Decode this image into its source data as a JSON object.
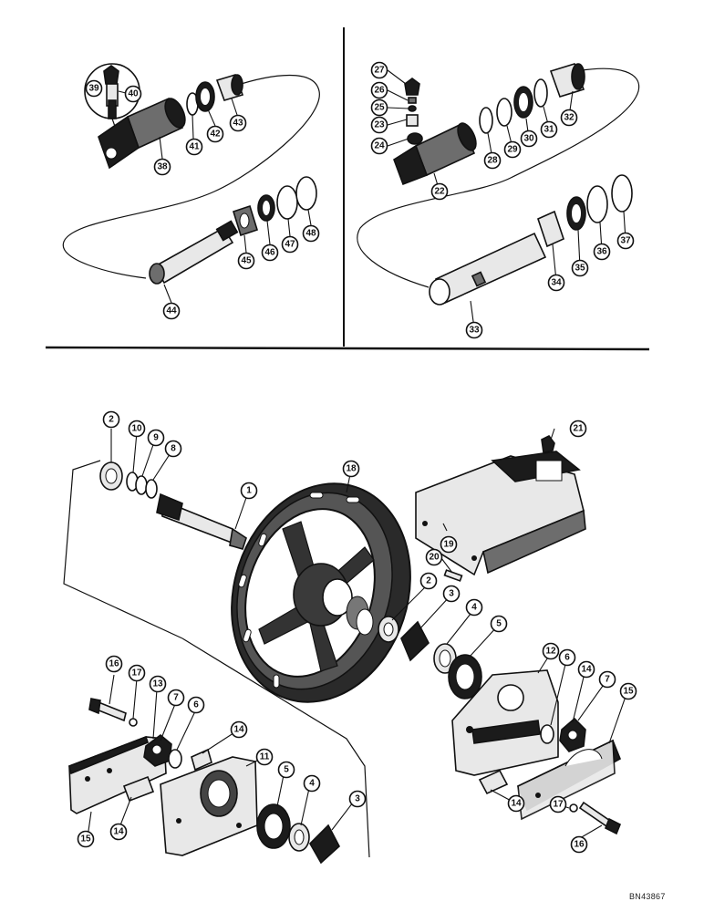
{
  "callouts": {
    "c1": "1",
    "c2": "2",
    "c3": "3",
    "c4": "4",
    "c5": "5",
    "c6": "6",
    "c7": "7",
    "c8": "8",
    "c9": "9",
    "c10": "10",
    "c11": "11",
    "c12": "12",
    "c13": "13",
    "c14": "14",
    "c15": "15",
    "c16": "16",
    "c17": "17",
    "c18": "18",
    "c19": "19",
    "c20": "20",
    "c21": "21",
    "c22": "22",
    "c23": "23",
    "c24": "24",
    "c25": "25",
    "c26": "26",
    "c27": "27",
    "c28": "28",
    "c29": "29",
    "c30": "30",
    "c31": "31",
    "c32": "32",
    "c33": "33",
    "c34": "34",
    "c35": "35",
    "c36": "36",
    "c37": "37",
    "c38": "38",
    "c39": "39",
    "c40": "40",
    "c41": "41",
    "c42": "42",
    "c43": "43",
    "c44": "44",
    "c45": "45",
    "c46": "46",
    "c47": "47",
    "c48": "48"
  },
  "drawing_code": "BN43867"
}
